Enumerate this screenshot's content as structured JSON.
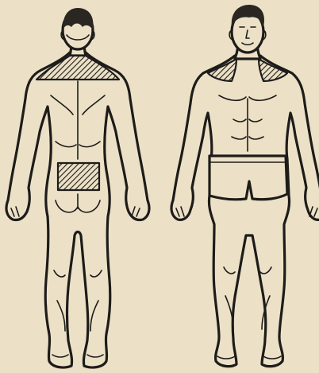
{
  "figure": {
    "background": "#ece1c6",
    "ink_color": "#1e1c1a",
    "hatch_color": "#1e1c1a",
    "figures": [
      {
        "name": "back-view",
        "hatched_areas": [
          "upper-back-and-shoulders",
          "lower-back-rectangle"
        ]
      },
      {
        "name": "front-view",
        "hatched_areas": [
          "left-shoulder-trapezius",
          "right-shoulder-trapezius"
        ]
      }
    ]
  }
}
